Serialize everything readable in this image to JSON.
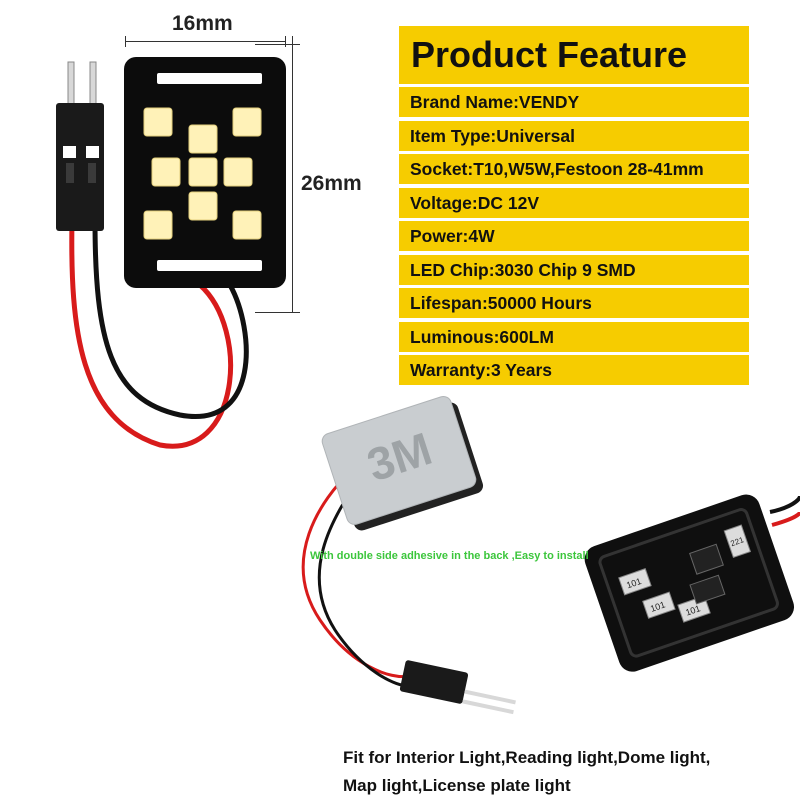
{
  "dimensions": {
    "width_label": "16mm",
    "height_label": "26mm"
  },
  "feature_table": {
    "title": "Product Feature",
    "rows": [
      "Brand Name:VENDY",
      "Item Type:Universal",
      "Socket:T10,W5W,Festoon 28-41mm",
      "Voltage:DC 12V",
      "Power:4W",
      "LED Chip:3030 Chip 9 SMD",
      "Lifespan:50000 Hours",
      "Luminous:600LM",
      "Warranty:3 Years"
    ]
  },
  "adhesive_note": "With double side adhesive in the back ,Easy to install",
  "fit_text": {
    "line1": "Fit for Interior Light,Reading light,Dome light,",
    "line2": "Map light,License plate light"
  },
  "pcb_labels": {
    "resistor_1": "101",
    "resistor_2": "101",
    "resistor_3": "101",
    "resistor_4": "221"
  },
  "colors": {
    "feature_bg": "#f6cc00",
    "adhesive_text": "#3cc63c",
    "led": "#fff2b8",
    "wire_red": "#d81b1b",
    "wire_black": "#111111"
  }
}
